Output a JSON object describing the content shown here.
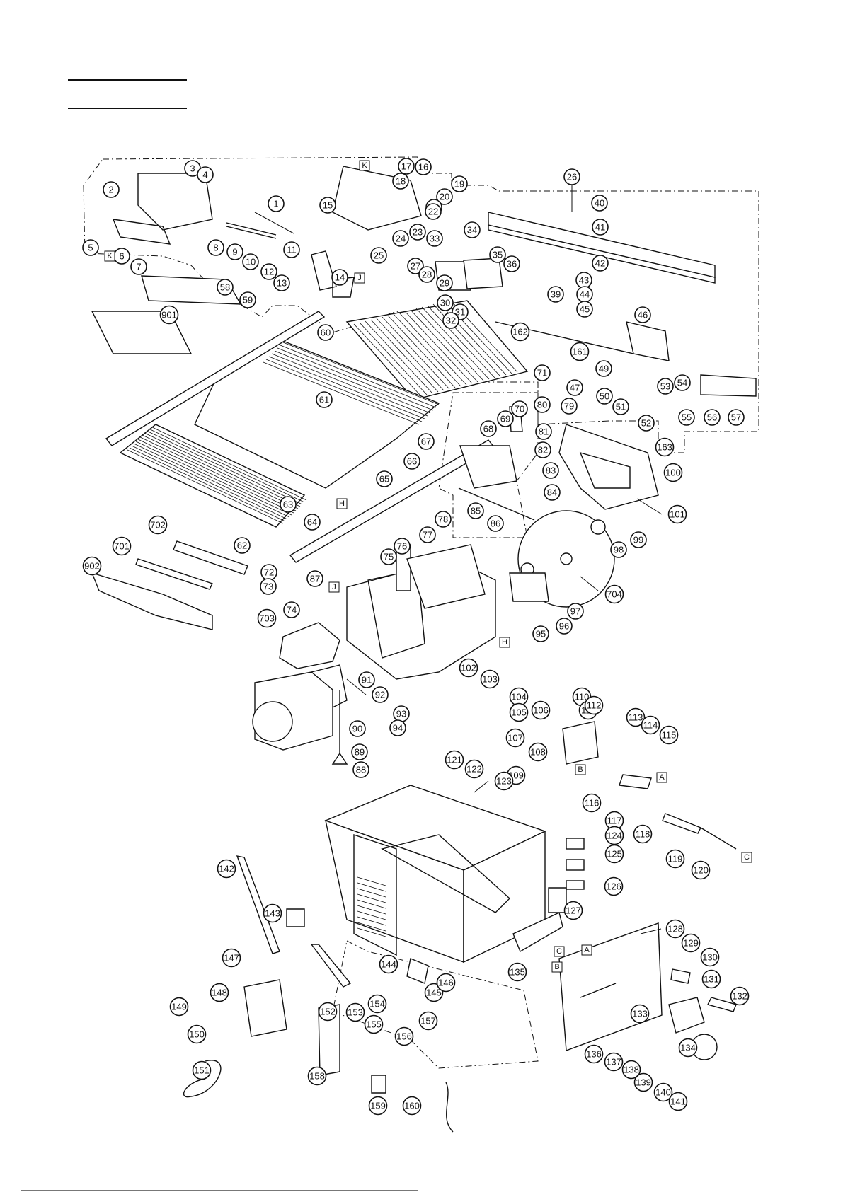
{
  "diagram": {
    "callouts": [
      "1",
      "2",
      "3",
      "4",
      "5",
      "6",
      "7",
      "8",
      "9",
      "10",
      "11",
      "12",
      "13",
      "14",
      "15",
      "16",
      "17",
      "18",
      "19",
      "20",
      "21",
      "22",
      "23",
      "24",
      "25",
      "26",
      "27",
      "28",
      "29",
      "30",
      "31",
      "32",
      "33",
      "34",
      "35",
      "36",
      "39",
      "40",
      "41",
      "42",
      "43",
      "44",
      "45",
      "46",
      "47",
      "49",
      "50",
      "51",
      "52",
      "53",
      "54",
      "55",
      "56",
      "57",
      "58",
      "59",
      "60",
      "61",
      "62",
      "63",
      "64",
      "65",
      "66",
      "67",
      "68",
      "69",
      "70",
      "71",
      "72",
      "73",
      "74",
      "75",
      "76",
      "77",
      "78",
      "79",
      "80",
      "81",
      "82",
      "83",
      "84",
      "85",
      "86",
      "87",
      "88",
      "89",
      "90",
      "91",
      "92",
      "93",
      "94",
      "95",
      "96",
      "97",
      "98",
      "99",
      "100",
      "101",
      "102",
      "103",
      "104",
      "105",
      "106",
      "107",
      "108",
      "109",
      "110",
      "111",
      "112",
      "113",
      "114",
      "115",
      "116",
      "117",
      "118",
      "119",
      "120",
      "121",
      "122",
      "123",
      "124",
      "125",
      "126",
      "127",
      "128",
      "129",
      "130",
      "131",
      "132",
      "133",
      "134",
      "135",
      "136",
      "137",
      "138",
      "139",
      "140",
      "141",
      "142",
      "143",
      "144",
      "145",
      "146",
      "147",
      "148",
      "149",
      "150",
      "151",
      "152",
      "153",
      "154",
      "155",
      "156",
      "157",
      "158",
      "159",
      "160",
      "161",
      "162",
      "163",
      "701",
      "702",
      "703",
      "704",
      "901",
      "902"
    ],
    "letter_tags": [
      "K",
      "K",
      "J",
      "J",
      "H",
      "H",
      "A",
      "A",
      "B",
      "B",
      "C",
      "C"
    ]
  }
}
